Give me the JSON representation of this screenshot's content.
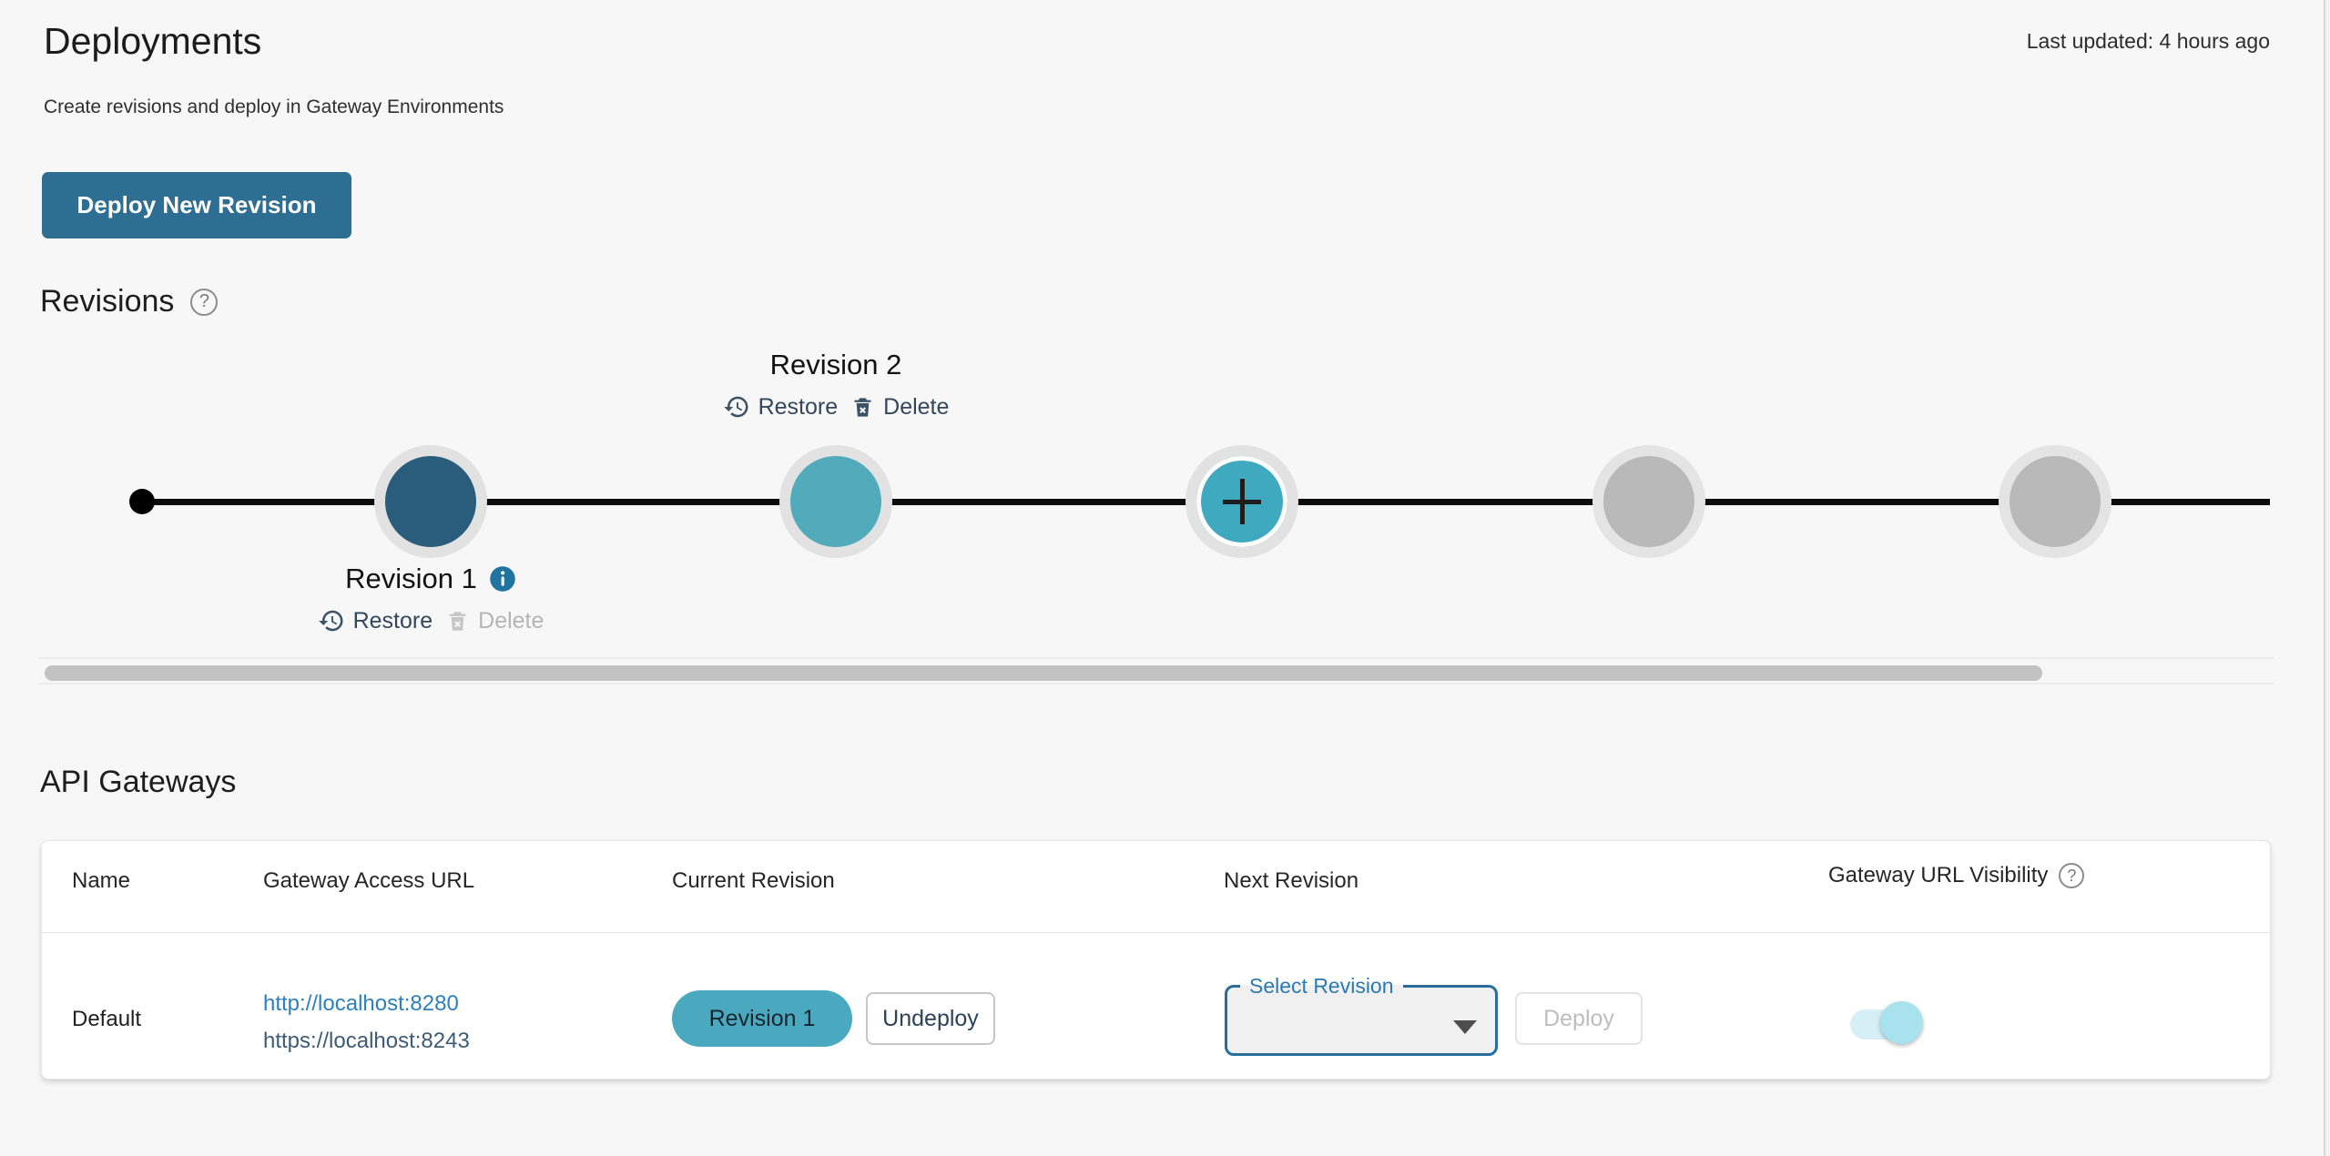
{
  "page": {
    "title": "Deployments",
    "subtitle": "Create revisions and deploy in Gateway Environments",
    "last_updated": "Last updated: 4 hours ago",
    "deploy_new_revision_label": "Deploy New Revision"
  },
  "revisions": {
    "heading": "Revisions",
    "help_glyph": "?",
    "revision2": {
      "name": "Revision 2",
      "restore_label": "Restore",
      "delete_label": "Delete",
      "delete_enabled": true
    },
    "revision1": {
      "name": "Revision 1",
      "restore_label": "Restore",
      "delete_label": "Delete",
      "delete_enabled": false
    },
    "timeline": {
      "deployed_node": "Revision 1",
      "latest_node": "Revision 2",
      "add_node_glyph": "+",
      "placeholder_nodes": 2
    }
  },
  "api_gateways": {
    "heading": "API Gateways",
    "help_glyph": "?",
    "columns": [
      "Name",
      "Gateway Access URL",
      "Current Revision",
      "Next Revision",
      "Gateway URL Visibility"
    ],
    "row": {
      "name": "Default",
      "http_url": "http://localhost:8280",
      "https_url": "https://localhost:8243",
      "current_revision_chip": "Revision 1",
      "undeploy_label": "Undeploy",
      "next_revision_select_label": "Select Revision",
      "next_revision_selected_value": "",
      "deploy_label": "Deploy",
      "deploy_enabled": false,
      "gateway_url_visibility_on": true
    }
  },
  "icons": {
    "help": "circled-question-mark",
    "restore": "history-restore-arrow-clock",
    "delete": "trash-can-with-x",
    "info": "filled-circle-i",
    "select_caret": "caret-down-triangle",
    "add": "plus"
  },
  "colors": {
    "primary_blue": "#2e6e93",
    "chip_teal": "#4aa9bf",
    "node_dark_blue": "#2a5d7c",
    "node_teal": "#52abbb",
    "node_gray": "#b9b9b9",
    "link_http": "#2e7fbe",
    "link_https": "#3d5b76",
    "select_border_blue": "#286d9c",
    "toggle_track": "#d6eef5",
    "toggle_knob": "#a9e2ef"
  }
}
